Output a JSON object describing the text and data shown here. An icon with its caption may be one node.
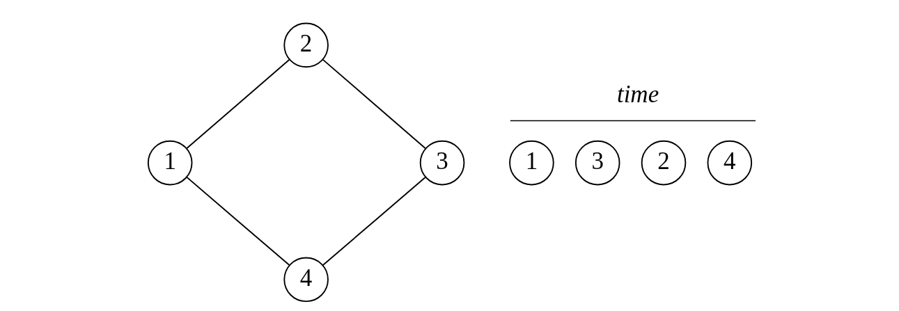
{
  "diagram": {
    "nodes": [
      {
        "text": [
          "1"
        ]
      },
      {
        "text": [
          "2"
        ]
      },
      {
        "text": [
          "3"
        ]
      },
      {
        "text": [
          "4"
        ]
      },
      {
        "text": [
          "1"
        ]
      },
      {
        "text": [
          "3"
        ]
      },
      {
        "text": [
          "2"
        ]
      },
      {
        "text": [
          "4"
        ]
      }
    ],
    "edges": [
      {
        "from": 0,
        "to": 1,
        "arrow": "none"
      },
      {
        "from": 1,
        "to": 2,
        "arrow": "none"
      },
      {
        "from": 0,
        "to": 3,
        "arrow": "none"
      },
      {
        "from": 3,
        "to": 2,
        "arrow": "none"
      }
    ],
    "labels": [
      "time"
    ]
  }
}
